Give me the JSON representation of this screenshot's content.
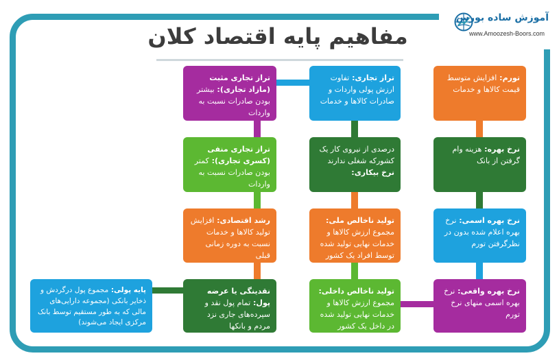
{
  "logo": {
    "icon": "globe-chart-icon",
    "name": "آموزش ساده بورس",
    "url": "www.Amoozesh-Boors.com"
  },
  "title": "مفاهیم پایه اقتصاد کلان",
  "colors": {
    "frame": "#2e9db5",
    "orange": "#ee7b2c",
    "dark_green": "#2f7a35",
    "blue": "#1ea2de",
    "purple": "#a52c9f",
    "light_green": "#5cb832"
  },
  "boxes": {
    "inflation": {
      "term": "تورم:",
      "desc": "افزایش متوسط قیمت کالاها و خدمات"
    },
    "interest_rate": {
      "term": "نرخ بهره:",
      "desc": "هزینه وام گرفتن از بانک"
    },
    "nominal_rate": {
      "term": "نرخ بهره اسمی:",
      "desc": "نرخ بهره اعلام شده بدون در نظرگرفتن تورم"
    },
    "real_rate": {
      "term": "نرخ بهره واقعی:",
      "desc": "نرخ بهره اسمی منهای نرخ تورم"
    },
    "trade_balance": {
      "term": "تراز تجاری:",
      "desc": "تفاوت ارزش پولی واردات و صادرات کالاها و خدمات"
    },
    "unemployment": {
      "term": "نرخ بیکاری:",
      "desc": "درصدی از نیروی کار یک کشورکه شغلی ندارند"
    },
    "gnp": {
      "term": "تولید ناخالص ملی:",
      "desc": "مجموع ارزش کالاها و خدمات نهایی تولید شده توسط افراد یک کشور"
    },
    "gdp": {
      "term": "تولید ناخالص داخلی:",
      "desc": "مجموع ارزش کالاها و خدمات نهایی تولید شده در داخل یک کشور"
    },
    "trade_surplus": {
      "term": "تراز تجاری مثبت (مازاد تجاری):",
      "desc": "بیشتر بودن صادرات نسبت به واردات"
    },
    "trade_deficit": {
      "term": "تراز تجاری منفی (کسری تجاری):",
      "desc": "کمتر بودن صادرات نسبت به واردات"
    },
    "growth": {
      "term": "رشد اقتصادی:",
      "desc": "افزایش تولید کالاها و خدمات نسبت به دوره زمانی قبلی"
    },
    "liquidity": {
      "term": "نقدینگی یا عرضه پول:",
      "desc": "تمام پول نقد و سپرده‌های جاری نزد مردم و بانکها"
    },
    "base_money": {
      "term": "پایه پولی:",
      "desc": "مجموع پول درگردش و ذخایر بانکی (مجموعه دارایی‌های مالی که به طور مستقیم توسط بانک مرکزی ایجاد می‌شوند)"
    }
  }
}
